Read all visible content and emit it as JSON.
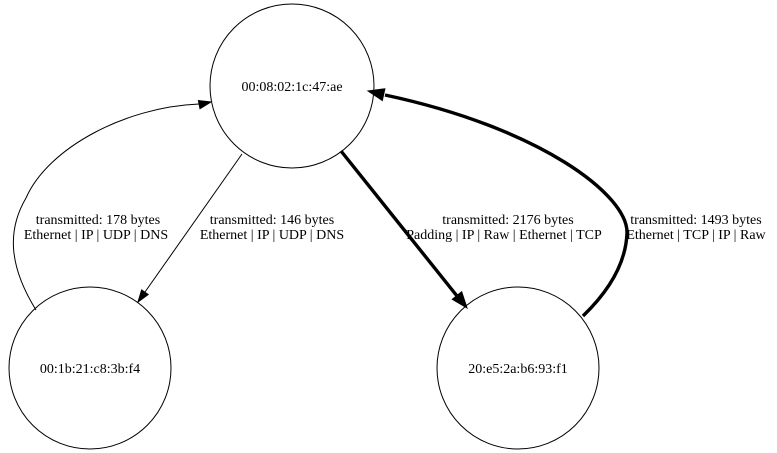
{
  "diagram": {
    "type": "directed-network-graph",
    "background_color": "#ffffff",
    "line_color": "#000000",
    "text_color": "#000000",
    "nodes": [
      {
        "id": "node-top",
        "label": "00:08:02:1c:47:ae"
      },
      {
        "id": "node-bottom-left",
        "label": "00:1b:21:c8:3b:f4"
      },
      {
        "id": "node-bottom-right",
        "label": "20:e5:2a:b6:93:f1"
      }
    ],
    "edges": [
      {
        "from": "00:1b:21:c8:3b:f4",
        "to": "00:08:02:1c:47:ae",
        "label_line1": "transmitted: 178 bytes",
        "label_line2": "Ethernet | IP | UDP | DNS",
        "thickness": "thin"
      },
      {
        "from": "00:08:02:1c:47:ae",
        "to": "00:1b:21:c8:3b:f4",
        "label_line1": "transmitted: 146 bytes",
        "label_line2": "Ethernet | IP | UDP | DNS",
        "thickness": "thin"
      },
      {
        "from": "00:08:02:1c:47:ae",
        "to": "20:e5:2a:b6:93:f1",
        "label_line1": "transmitted: 2176 bytes",
        "label_line2": "Padding | IP | Raw | Ethernet | TCP",
        "thickness": "thick"
      },
      {
        "from": "20:e5:2a:b6:93:f1",
        "to": "00:08:02:1c:47:ae",
        "label_line1": "transmitted: 1493 bytes",
        "label_line2": "Ethernet | TCP | IP | Raw",
        "thickness": "thick"
      }
    ]
  }
}
